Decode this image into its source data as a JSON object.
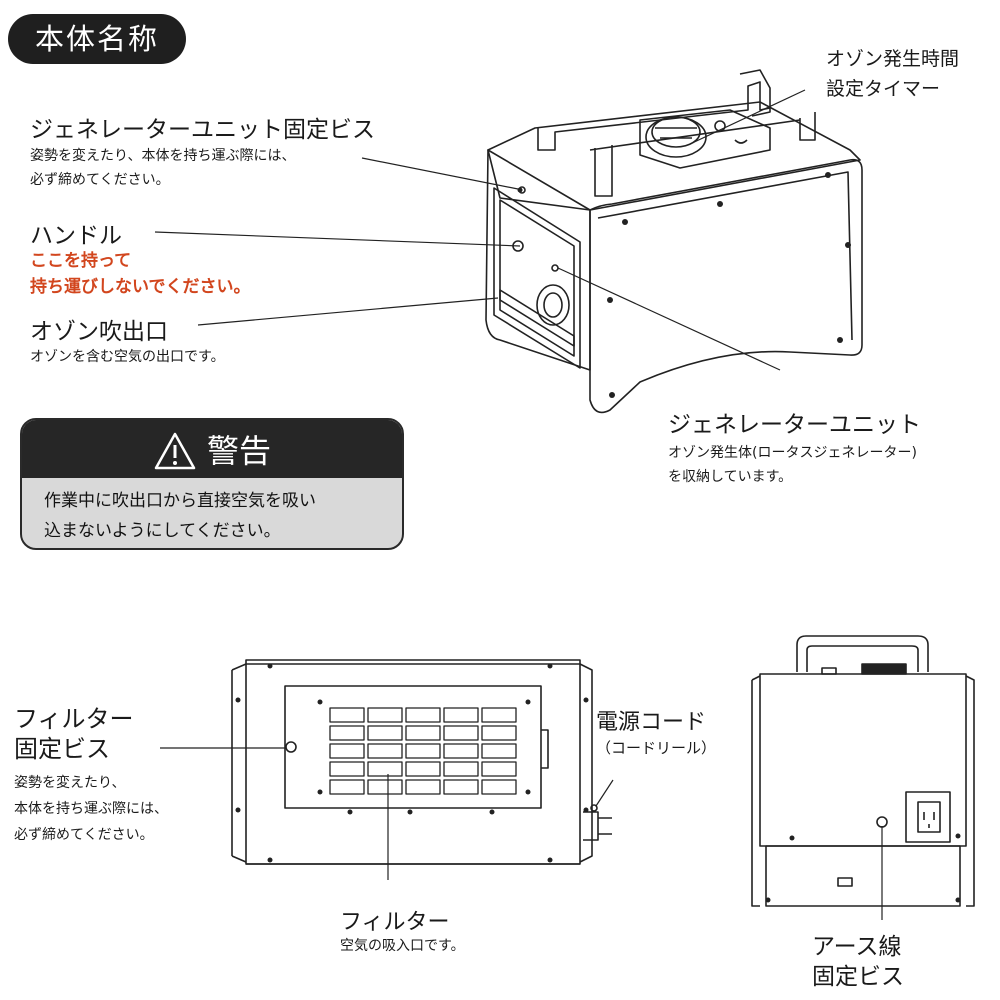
{
  "title": "本体名称",
  "labels": {
    "timer": {
      "line1": "オゾン発生時間",
      "line2": "設定タイマー"
    },
    "gen_screw": {
      "title": "ジェネレーターユニット固定ビス",
      "desc1": "姿勢を変えたり、本体を持ち運ぶ際には、",
      "desc2": "必ず締めてください。"
    },
    "handle": {
      "title": "ハンドル",
      "warn1": "ここを持って",
      "warn2": "持ち運びしないでください。"
    },
    "outlet": {
      "title": "オゾン吹出口",
      "desc": "オゾンを含む空気の出口です。"
    },
    "gen_unit": {
      "title": "ジェネレーターユニット",
      "desc1": "オゾン発生体(ロータスジェネレーター)",
      "desc2": "を収納しています。"
    },
    "filter_screw": {
      "line1": "フィルター",
      "line2": "固定ビス",
      "desc1": "姿勢を変えたり、",
      "desc2": "本体を持ち運ぶ際には、",
      "desc3": "必ず締めてください。"
    },
    "cord": {
      "title": "電源コード",
      "sub": "（コードリール）"
    },
    "filter": {
      "title": "フィルター",
      "desc": "空気の吸入口です。"
    },
    "earth": {
      "line1": "アース線",
      "line2": "固定ビス"
    }
  },
  "warning": {
    "icon": "warning-triangle-icon",
    "heading": "警告",
    "line1": "作業中に吹出口から直接空気を吸い",
    "line2": "込まないようにしてください。"
  }
}
